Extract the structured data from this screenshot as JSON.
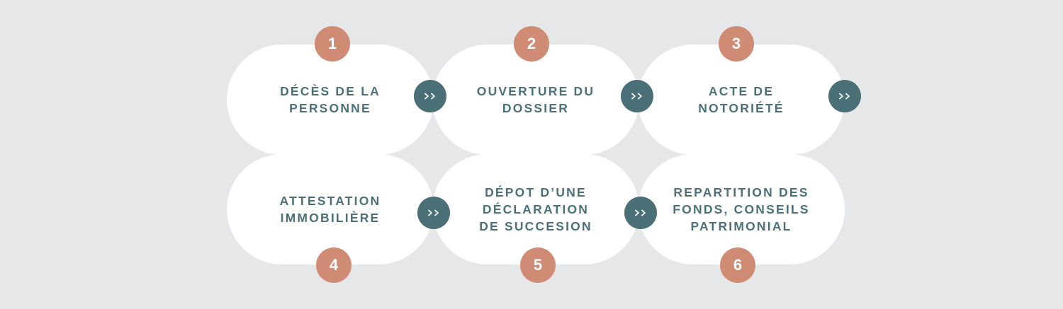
{
  "colors": {
    "background": "#e6e7e9",
    "pill": "#ffffff",
    "text": "#4b7078",
    "badge": "#cf8b73",
    "arrow": "#4a6f77"
  },
  "steps": [
    {
      "number": "1",
      "label": "DÉCÈS DE LA\nPERSONNE"
    },
    {
      "number": "2",
      "label": "OUVERTURE DU\nDOSSIER"
    },
    {
      "number": "3",
      "label": "ACTE DE\nNOTORIÉTÉ"
    },
    {
      "number": "4",
      "label": "ATTESTATION\nIMMOBILIÈRE"
    },
    {
      "number": "5",
      "label": "DÉPOT D’UNE\nDÉCLARATION\nDE SUCCESION"
    },
    {
      "number": "6",
      "label": "REPARTITION DES\nFONDS, CONSEILS\nPATRIMONIAL"
    }
  ],
  "arrow_icon": "double-chevron-right-icon"
}
